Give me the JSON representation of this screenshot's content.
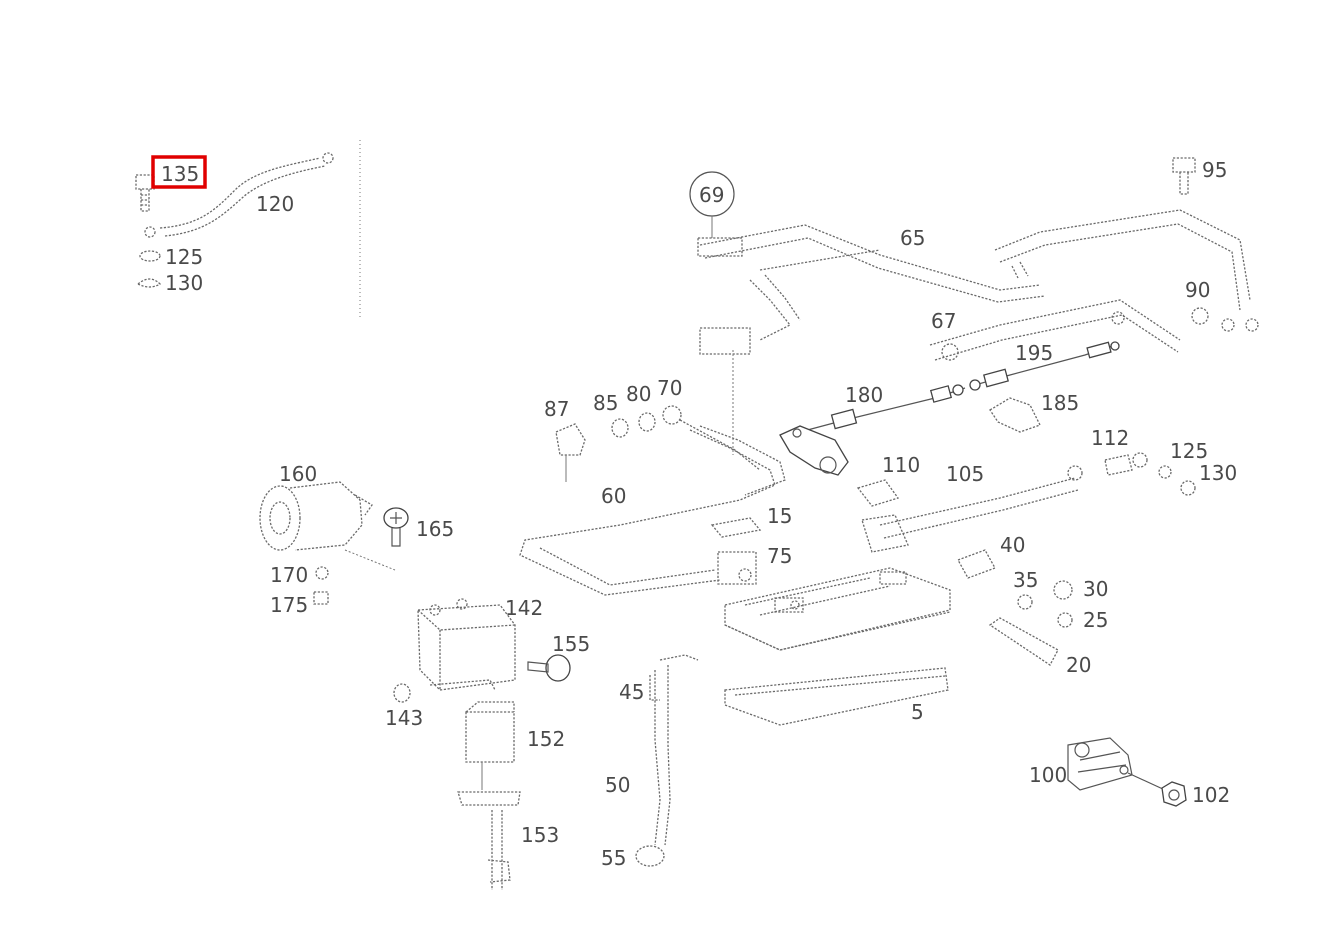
{
  "diagram": {
    "highlighted_part": "135",
    "labels": {
      "p135": "135",
      "p120": "120",
      "p125a": "125",
      "p130a": "130",
      "p69": "69",
      "p65": "65",
      "p95": "95",
      "p90": "90",
      "p67": "67",
      "p195": "195",
      "p180": "180",
      "p185": "185",
      "p87": "87",
      "p85": "85",
      "p80": "80",
      "p70": "70",
      "p112": "112",
      "p125b": "125",
      "p130b": "130",
      "p110": "110",
      "p105": "105",
      "p160": "160",
      "p165": "165",
      "p60": "60",
      "p15": "15",
      "p40": "40",
      "p75": "75",
      "p170": "170",
      "p175": "175",
      "p35": "35",
      "p30": "30",
      "p142": "142",
      "p25": "25",
      "p155": "155",
      "p20": "20",
      "p45": "45",
      "p143": "143",
      "p5": "5",
      "p152": "152",
      "p50": "50",
      "p100": "100",
      "p102": "102",
      "p153": "153",
      "p55": "55"
    }
  }
}
